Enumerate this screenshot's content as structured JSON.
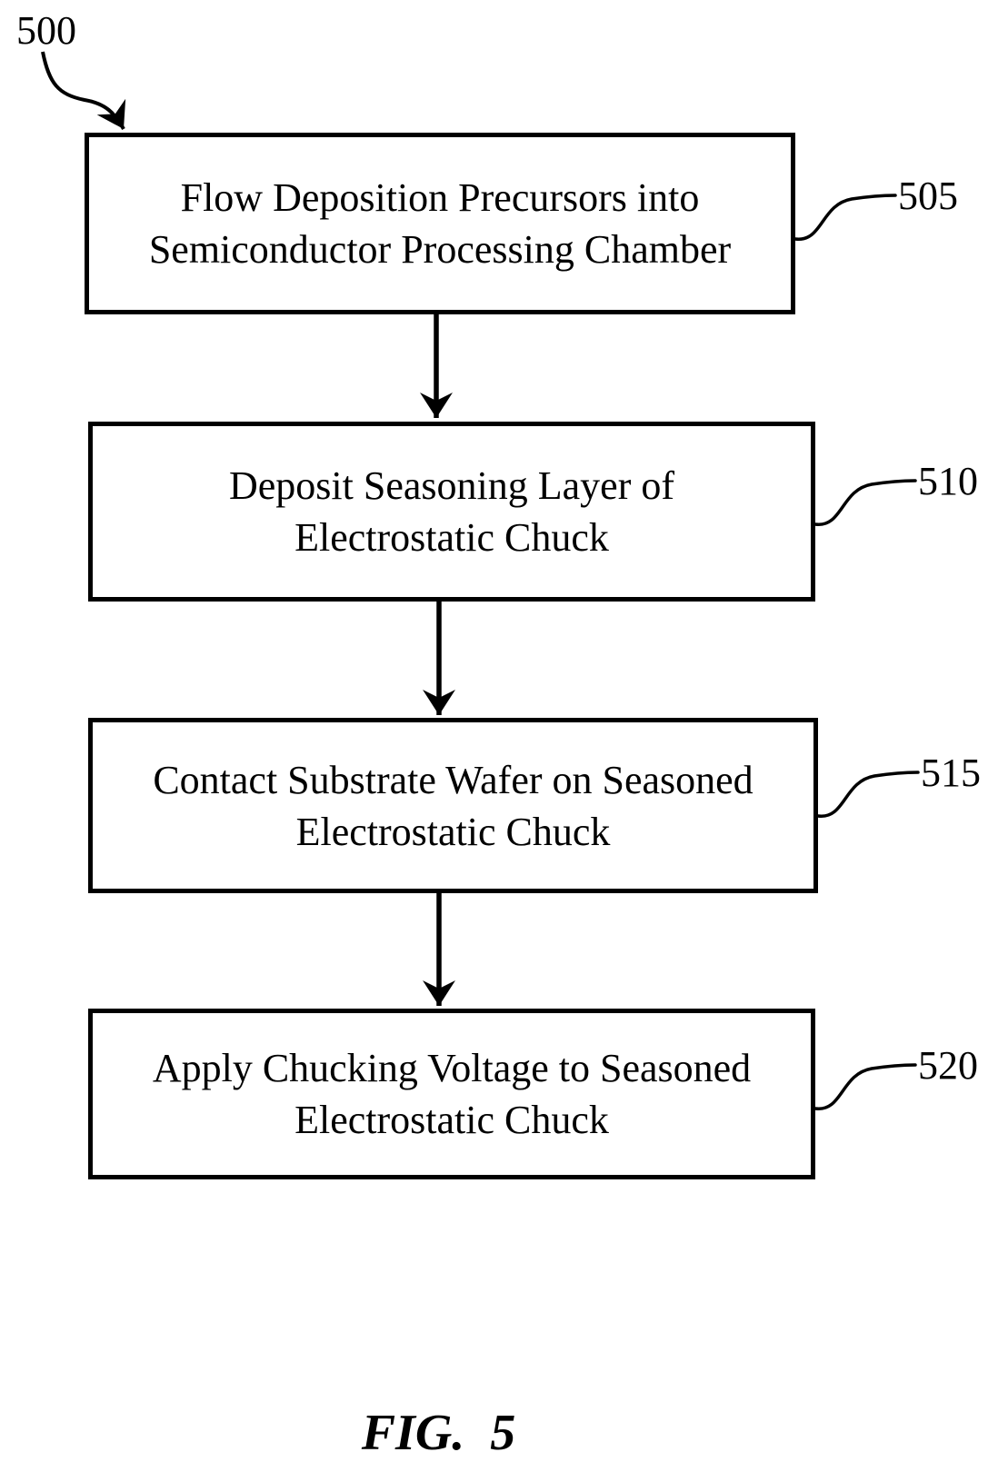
{
  "figure": {
    "diagram_label": "500",
    "caption": "FIG. 5",
    "colors": {
      "ink": "#000000",
      "background": "#ffffff"
    },
    "steps": [
      {
        "ref": "505",
        "line1": "Flow Deposition Precursors into",
        "line2": "Semiconductor Processing Chamber"
      },
      {
        "ref": "510",
        "line1": "Deposit Seasoning Layer of",
        "line2": "Electrostatic Chuck"
      },
      {
        "ref": "515",
        "line1": "Contact Substrate Wafer on Seasoned",
        "line2": "Electrostatic Chuck"
      },
      {
        "ref": "520",
        "line1": "Apply Chucking Voltage to Seasoned",
        "line2": "Electrostatic Chuck"
      }
    ]
  }
}
